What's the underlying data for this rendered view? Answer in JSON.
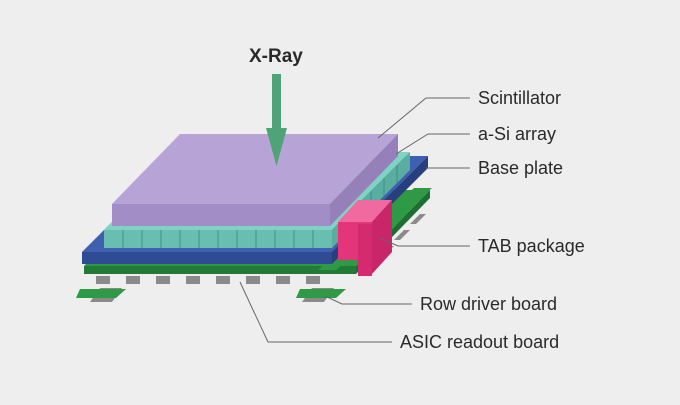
{
  "diagram": {
    "beam_label": "X-Ray",
    "labels": {
      "scintillator": "Scintillator",
      "asi_array": "a-Si array",
      "base_plate": "Base plate",
      "tab_package": "TAB package",
      "row_driver_board": "Row driver board",
      "asic_readout_board": "ASIC readout board"
    },
    "colors": {
      "background": "#eeeeee",
      "scintillator": "#b59fd2",
      "asi_array": "#7fd2c4",
      "base_plate": "#3f5fb0",
      "tab_package": "#e5357a",
      "board": "#2f9a46",
      "connector": "#8a8a8a",
      "arrow": "#4ea377",
      "leader_line": "#666666"
    }
  }
}
